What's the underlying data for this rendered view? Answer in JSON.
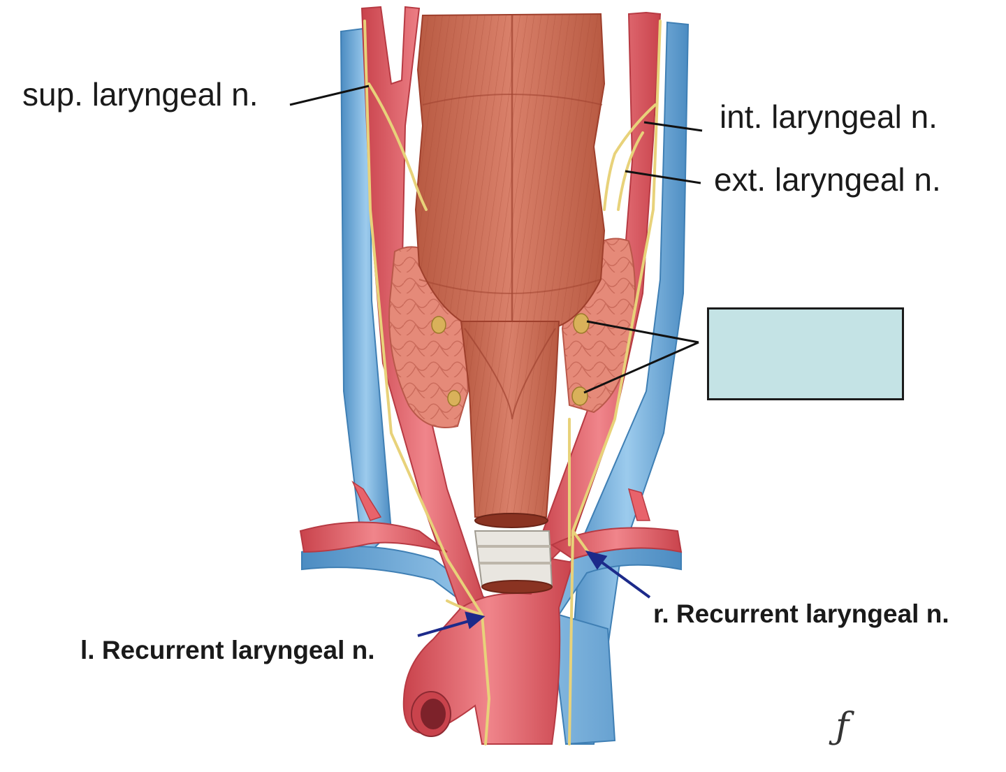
{
  "labels": {
    "sup_laryngeal": "sup. laryngeal n.",
    "int_laryngeal": "int. laryngeal n.",
    "ext_laryngeal": "ext. laryngeal n.",
    "r_recurrent": "r. Recurrent laryngeal n.",
    "l_recurrent": "l. Recurrent laryngeal n."
  },
  "answer_box": {
    "text": ""
  },
  "colors": {
    "muscle": "#c8664d",
    "muscle_dark": "#9e3f2c",
    "artery": "#e8636b",
    "artery_dark": "#b73a43",
    "vein": "#6aa9d8",
    "vein_dark": "#3f7fb4",
    "nerve": "#e8d27a",
    "gland": "#e58a79",
    "trachea": "#e9e6e0",
    "answer_box": "#c4e3e5",
    "arrow_blue": "#1c2a8a"
  },
  "icons": [
    "artist-signature-icon"
  ]
}
